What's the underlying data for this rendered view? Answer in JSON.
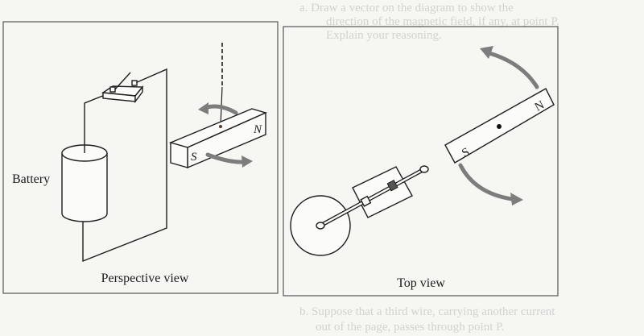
{
  "bleed_through": {
    "question_a": [
      "a. Draw a vector on the diagram to show the",
      "direction of the magnetic field, if any, at point P.",
      "Explain your reasoning."
    ],
    "question_b": [
      "b. Suppose that a third wire, carrying another current",
      "out of the page, passes through point P."
    ]
  },
  "perspective_panel": {
    "caption": "Perspective view",
    "battery_label": "Battery",
    "magnet_south": "S",
    "magnet_north": "N"
  },
  "top_panel": {
    "caption": "Top view",
    "magnet_south": "S",
    "magnet_north": "N"
  },
  "colors": {
    "line": "#1e1e1e",
    "arrow": "#7d7d7d",
    "paper": "#f6f6f3"
  }
}
